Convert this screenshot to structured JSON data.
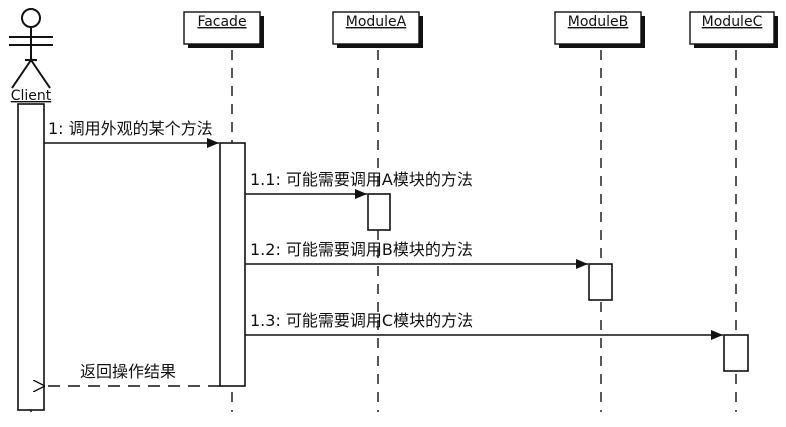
{
  "actor": {
    "name": "Client"
  },
  "lifelines": [
    {
      "id": "facade",
      "name": "Facade"
    },
    {
      "id": "moduleA",
      "name": "ModuleA"
    },
    {
      "id": "moduleB",
      "name": "ModuleB"
    },
    {
      "id": "moduleC",
      "name": "ModuleC"
    }
  ],
  "messages": [
    {
      "id": "m1",
      "label": "1: 调用外观的某个方法",
      "from": "Client",
      "to": "Facade",
      "kind": "sync"
    },
    {
      "id": "m1_1",
      "label": "1.1: 可能需要调用A模块的方法",
      "from": "Facade",
      "to": "ModuleA",
      "kind": "sync"
    },
    {
      "id": "m1_2",
      "label": "1.2: 可能需要调用B模块的方法",
      "from": "Facade",
      "to": "ModuleB",
      "kind": "sync"
    },
    {
      "id": "m1_3",
      "label": "1.3: 可能需要调用C模块的方法",
      "from": "Facade",
      "to": "ModuleC",
      "kind": "sync"
    },
    {
      "id": "ret",
      "label": "返回操作结果",
      "from": "Facade",
      "to": "Client",
      "kind": "return"
    }
  ],
  "colors": {
    "line": "#111111",
    "box_fill": "#ffffff",
    "shadow": "#111111"
  }
}
